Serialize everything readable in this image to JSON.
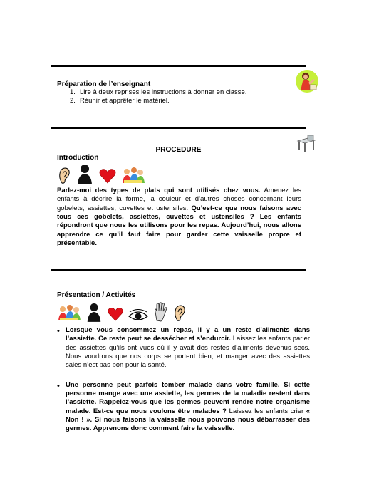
{
  "preparation": {
    "heading": "Préparation de l’enseignant",
    "steps": [
      {
        "num": "1.",
        "text": "Lire à deux reprises les instructions à donner en classe."
      },
      {
        "num": "2.",
        "text": "Réunir et apprêter le matériel."
      }
    ]
  },
  "procedure": {
    "title": "PROCEDURE",
    "intro_heading": "Introduction",
    "para_1": "Parlez-moi des types de plats qui sont utilisés chez vous.",
    "para_2": " Amenez les enfants à décrire la forme, la couleur et d’autres choses concernant leurs gobelets, assiettes, cuvettes et ustensiles. ",
    "para_3": "Qu’est-ce que nous faisons avec tous ces gobelets, assiettes, cuvettes et ustensiles ? Les enfants répondront que nous les utilisons pour les repas. Aujourd’hui, nous allons apprendre ce qu’il faut faire pour garder cette vaisselle propre et présentable."
  },
  "presentation": {
    "heading": "Présentation / Activités",
    "bullet_1_bold": "Lorsque vous consommez un repas, il y a un reste d’aliments dans l’assiette. Ce reste peut se dessécher et s’endurcir.",
    "bullet_1_normal": " Laissez les enfants parler des assiettes qu’ils ont vues où il y avait des restes d’aliments devenus secs. Nous voudrons que nos corps se portent bien, et manger avec des assiettes sales n’est pas bon pour la santé.",
    "bullet_2_bold_a": "Une personne peut parfois tomber malade dans votre famille. Si cette personne mange avec une assiette, les germes de la maladie restent dans l’assiette. Rappelez-vous que les germes peuvent rendre notre organisme malade. Est-ce que nous voulons être malades ?",
    "bullet_2_normal": " Laissez les enfants crier ",
    "bullet_2_bold_b": "« Non ! ». Si nous faisons la vaisselle nous pouvons nous débarrasser des germes. Apprenons donc comment faire la vaisselle."
  }
}
